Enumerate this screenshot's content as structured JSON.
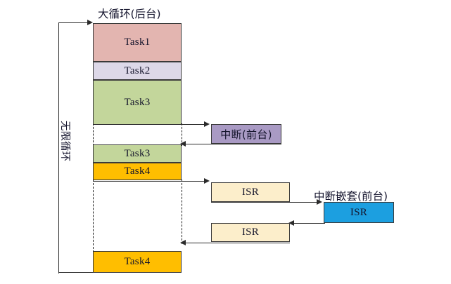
{
  "diagram": {
    "title_main": "大循环(后台)",
    "label_loop": "无限循环",
    "label_interrupt": "中断(前台)",
    "label_nested": "中断嵌套(前台)",
    "caption": "",
    "colors": {
      "task1": "#e3b5b0",
      "task2": "#ddd8e8",
      "task3": "#c3d69b",
      "task4": "#ffbe00",
      "interrupt": "#a99ac4",
      "isr": "#fceecb",
      "isr_nested": "#1c9fe0",
      "stroke": "#2b2b2b"
    },
    "blocks": {
      "task1": "Task1",
      "task2": "Task2",
      "task3_a": "Task3",
      "task3_b": "Task3",
      "task4_a": "Task4",
      "task4_b": "Task4",
      "interrupt": "中断(前台)",
      "isr_a": "ISR",
      "isr_b": "ISR",
      "isr_nested": "ISR"
    }
  }
}
